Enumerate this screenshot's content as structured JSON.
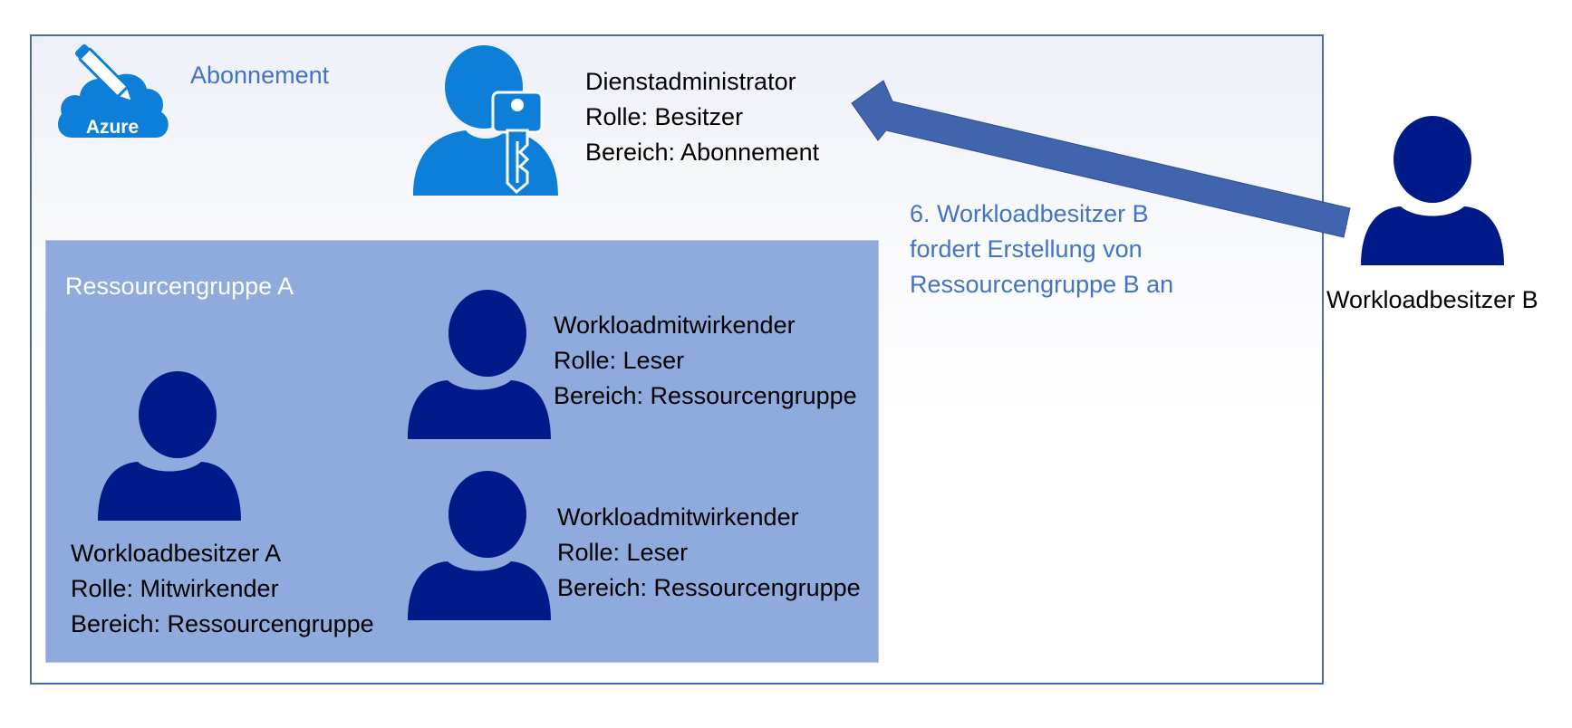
{
  "colors": {
    "frame_border": "#4a6cab",
    "resource_group_fill": "#8faadc",
    "person_navy": "#001a8a",
    "admin_blue": "#0d7fd9",
    "arrow_fill": "#4064ad",
    "label_blue": "#4472c4"
  },
  "subscription": {
    "logo_text": "Azure",
    "logo_icon": "azure-cloud-pencil-icon",
    "label": "Abonnement"
  },
  "service_admin": {
    "icon": "person-key-icon",
    "lines": [
      "Dienstadministrator",
      "Rolle: Besitzer",
      "Bereich: Abonnement"
    ]
  },
  "request_arrow": {
    "icon": "arrow-left-icon",
    "lines": [
      "6. Workloadbesitzer B",
      "fordert Erstellung von",
      "Ressourcengruppe B an"
    ]
  },
  "workload_owner_b": {
    "icon": "person-icon",
    "label": "Workloadbesitzer B"
  },
  "resource_group_a": {
    "title": "Ressourcengruppe A",
    "workload_owner_a": {
      "icon": "person-icon",
      "lines": [
        "Workloadbesitzer A",
        "Rolle: Mitwirkender",
        "Bereich: Ressourcengruppe"
      ]
    },
    "contributors": [
      {
        "icon": "person-icon",
        "lines": [
          "Workloadmitwirkender",
          "Rolle: Leser",
          "Bereich: Ressourcengruppe"
        ]
      },
      {
        "icon": "person-icon",
        "lines": [
          "Workloadmitwirkender",
          "Rolle: Leser",
          "Bereich: Ressourcengruppe"
        ]
      }
    ]
  }
}
